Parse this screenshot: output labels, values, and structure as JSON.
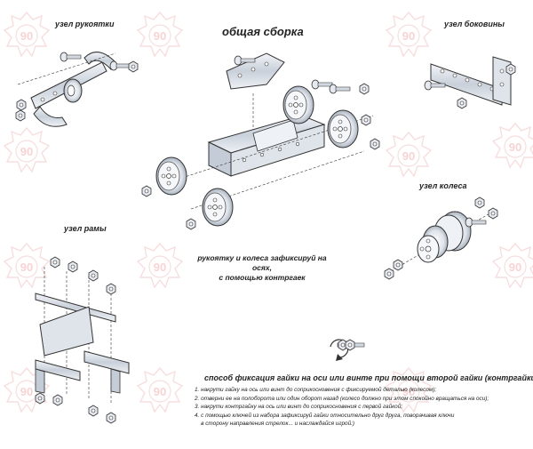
{
  "labels": {
    "handle_unit": "узел рукоятки",
    "general_assembly": "общая сборка",
    "side_unit": "узел боковины",
    "wheel_unit": "узел колеса",
    "frame_unit": "узел рамы"
  },
  "note": {
    "line1": "рукоятку и колеса зафиксируй на осях,",
    "line2": "с помощью контргаек"
  },
  "method": {
    "title": "способ фиксация гайки на оси или винте при помощи второй гайки (контргайки):",
    "steps": [
      "1. накрути гайку на ось или винт до соприкосновения с фиксируемой деталью (колесом);",
      "2. отверни ее на полоборота или один оборот назад (колесо должно при этом спокойно вращаться на оси);",
      "3. накрути контргайку на ось или винт до соприкосновения с первой гайкой;",
      "4. с помощью ключей из набора зафиксируй гайки относительно друг друга, поворачивая ключи",
      "    в сторону направления стрелок... и наслаждайся игрой:)"
    ]
  },
  "watermark": {
    "number": "90"
  },
  "colors": {
    "line": "#333333",
    "metal": "#d7dde6",
    "metal_dark": "#9aa3b0",
    "watermark": "#e8a0a0"
  }
}
